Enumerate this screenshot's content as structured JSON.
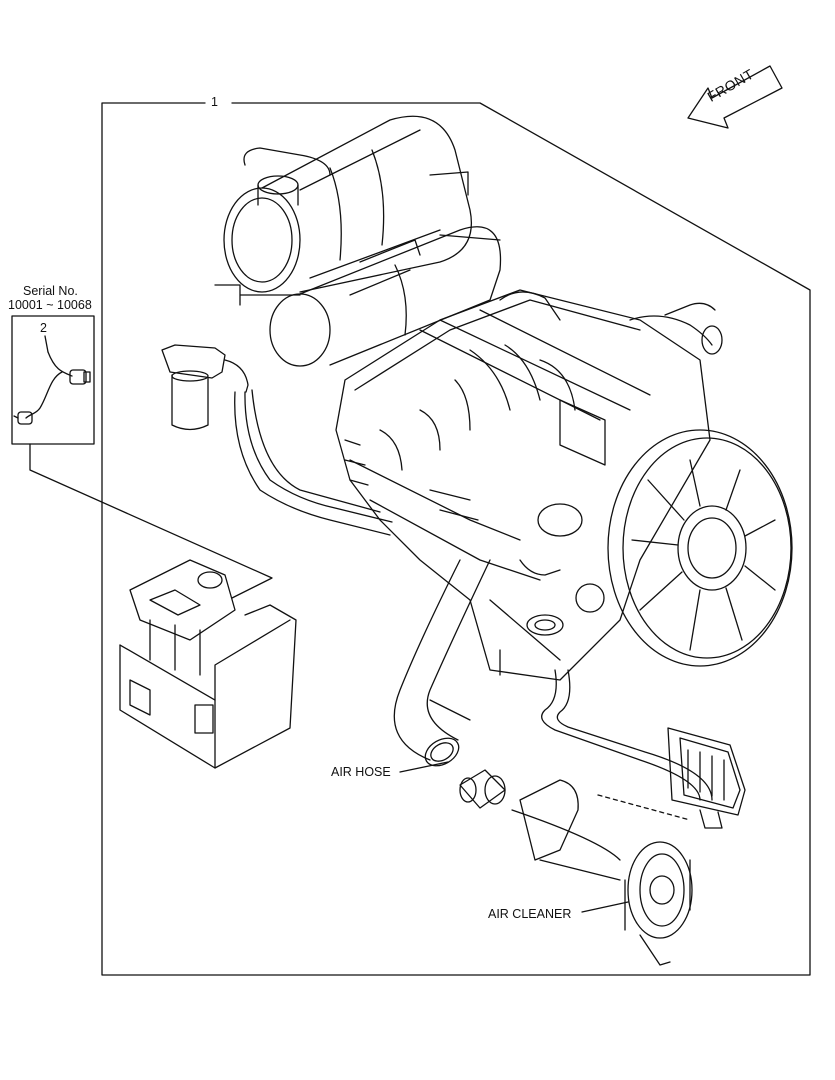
{
  "callouts": {
    "item_1": "1",
    "item_2": "2",
    "serial_title": "Serial No.",
    "serial_range": "10001 ~ 10068"
  },
  "labels": {
    "air_hose": "AIR HOSE",
    "air_cleaner": "AIR CLEANER",
    "front": "FRONT"
  }
}
